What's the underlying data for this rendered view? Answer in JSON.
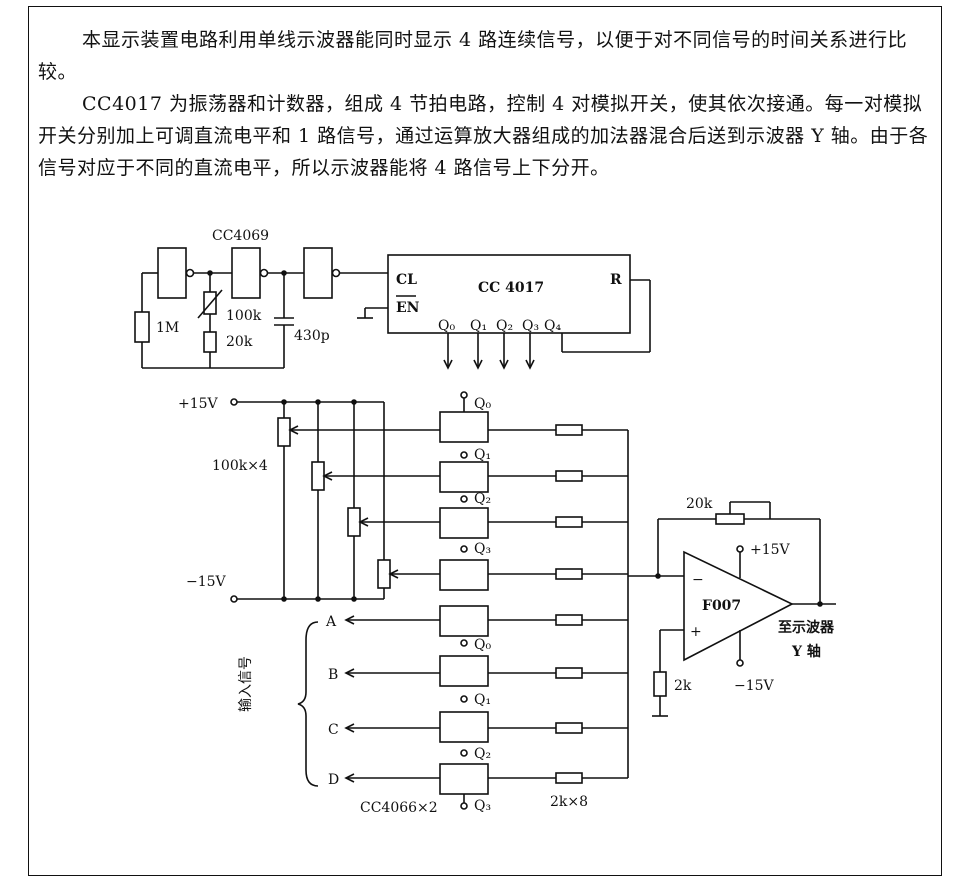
{
  "text": {
    "paragraph1": "本显示装置电路利用单线示波器能同时显示 4 路连续信号，以便于对不同信号的时间关系进行比较。",
    "paragraph2": "CC4017 为振荡器和计数器，组成 4 节拍电路，控制 4 对模拟开关，使其依次接通。每一对模拟开关分别加上可调直流电平和 1 路信号，通过运算放大器组成的加法器混合后送到示波器 Y 轴。由于各信号对应于不同的直流电平，所以示波器能将 4 路信号上下分开。"
  },
  "labels": {
    "cc4069": "CC4069",
    "r1m": "1M",
    "r100k": "100k",
    "r20k": "20k",
    "c430p": "430p",
    "cl": "CL",
    "en": "EN",
    "cc4017": "CC 4017",
    "r_pin": "R",
    "q0": "Q₀",
    "q1": "Q₁",
    "q2": "Q₂",
    "q3": "Q₃",
    "q4": "Q₄",
    "plus15": "+15V",
    "minus15": "−15V",
    "pot": "100k×4",
    "r20k_fb": "20k",
    "opamp": "F007",
    "op_plus15": "+15V",
    "op_minus15": "−15V",
    "r2k": "2k",
    "out": "至示波器",
    "out_y": "Y 轴",
    "in_a": "A",
    "in_b": "B",
    "in_c": "C",
    "in_d": "D",
    "input_signal": "输入信号",
    "cc4066": "CC4066×2",
    "r2kx8": "2k×8",
    "minus_sign": "−",
    "plus_sign": "+"
  }
}
